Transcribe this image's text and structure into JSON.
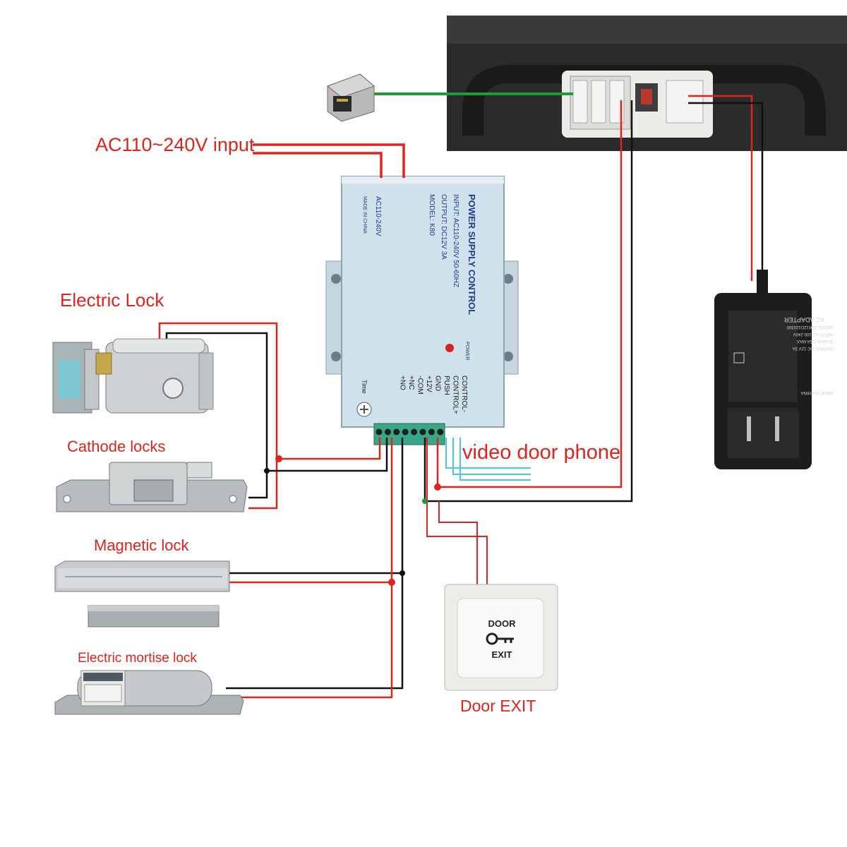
{
  "labels": {
    "ac_input": "AC110~240V input",
    "electric_lock": "Electric Lock",
    "cathode_locks": "Cathode locks",
    "magnetic_lock": "Magnetic lock",
    "mortise_lock": "Electric mortise lock",
    "video_door_phone": "video door phone",
    "door_exit": "Door EXIT"
  },
  "power_supply": {
    "title": "POWER SUPPLY CONTROL",
    "input": "INPUT: AC110-240V 50-60HZ",
    "output": "OUTPUT: DC12V 3A",
    "model": "MODEL: K80",
    "ac_label": "AC110-240V",
    "made_in": "MADE IN CHINA",
    "power_led": "POWER",
    "time": "Time",
    "terminals": [
      "CONTROL-",
      "CONTROL+",
      "PUSH",
      "GND",
      "+12V",
      "-COM",
      "+NC",
      "+NO"
    ]
  },
  "exit_button": {
    "line1": "DOOR",
    "line2": "EXIT"
  },
  "adapter": {
    "title": "AC ADAPTER",
    "model": "MODEL:ZD012D120300",
    "input": "INPUT: AC 100-240V",
    "freq": "50-60Hz 0.5A MAX",
    "output": "OUTPUT: DC 12V 3A",
    "made_in": "MADE IN CHINA"
  },
  "colors": {
    "wire_red": "#e0231c",
    "wire_black": "#111111",
    "wire_cyan": "#46c8e6",
    "wire_green": "#1f9a3c",
    "psu_body": "#cfe1ea",
    "label_red": "#e0231c"
  }
}
